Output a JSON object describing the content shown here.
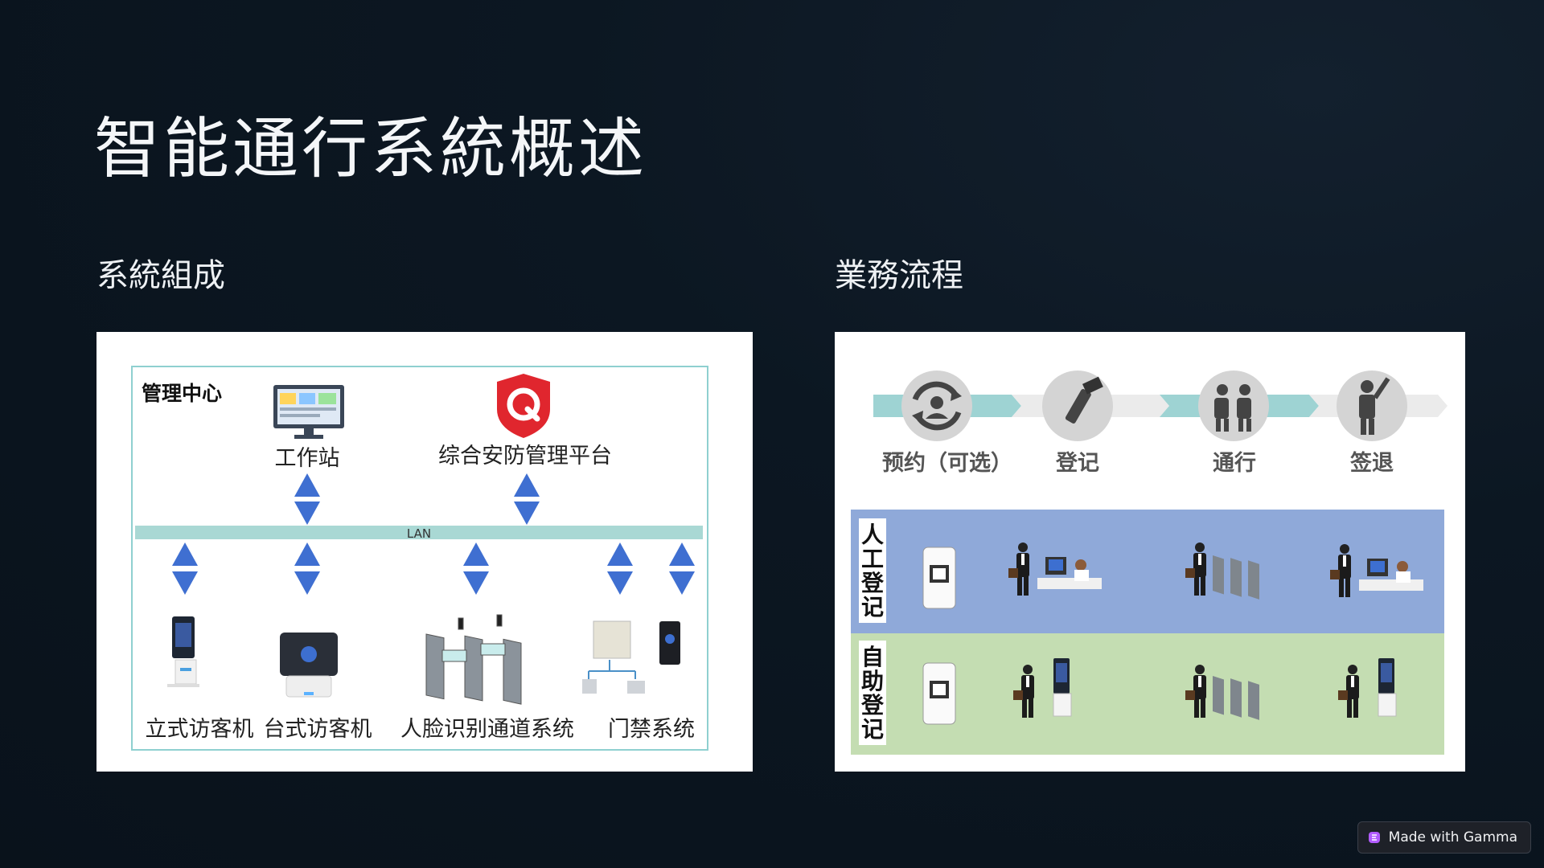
{
  "slide": {
    "title": "智能通行系統概述",
    "left_heading": "系統組成",
    "right_heading": "業務流程"
  },
  "composition": {
    "mgmt_center": "管理中心",
    "workstation": "工作站",
    "platform": "综合安防管理平台",
    "lan": "LAN",
    "devices": [
      "立式访客机",
      "台式访客机",
      "人脸识别通道系统",
      "门禁系统"
    ]
  },
  "process": {
    "steps": [
      "预约（可选）",
      "登记",
      "通行",
      "签退"
    ],
    "rows": [
      "人工登记",
      "自助登记"
    ],
    "colors": {
      "manual_row": "#8fa9d9",
      "self_row": "#c4ddb2",
      "arrow": "#9ed3d3",
      "step_circle": "#d7d7d7"
    }
  },
  "badge": {
    "label": "Made with Gamma"
  }
}
